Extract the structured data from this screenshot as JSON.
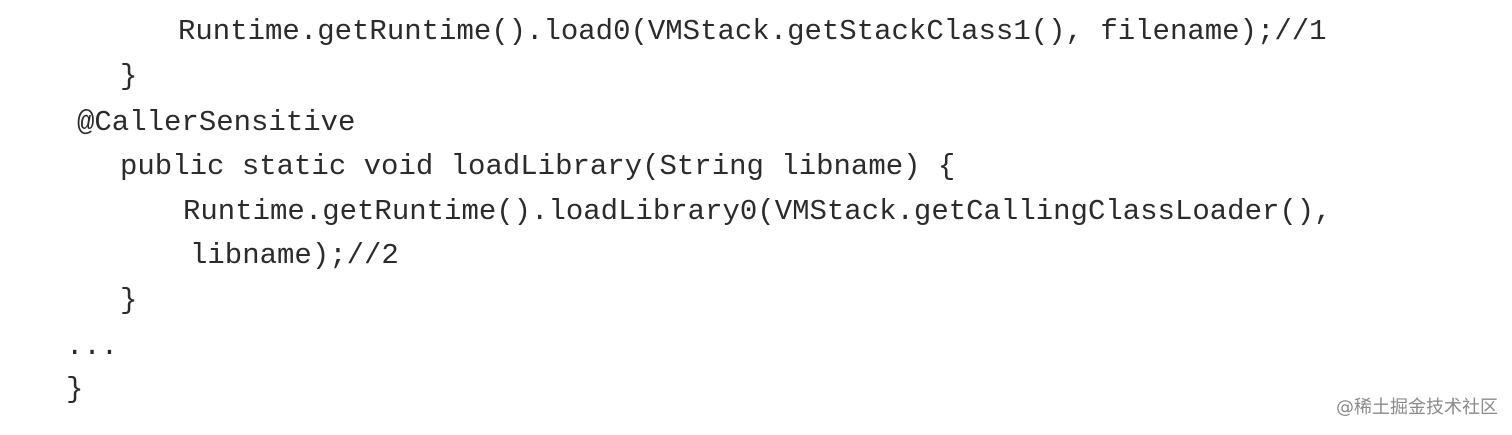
{
  "code": {
    "lines": [
      "Runtime.getRuntime().load0(VMStack.getStackClass1(), filename);//1",
      "}",
      "@CallerSensitive",
      "public static void loadLibrary(String libname) {",
      "Runtime.getRuntime().loadLibrary0(VMStack.getCallingClassLoader(),",
      "libname);//2",
      "}",
      "...",
      "}"
    ]
  },
  "watermark": {
    "text": "@稀土掘金技术社区"
  }
}
